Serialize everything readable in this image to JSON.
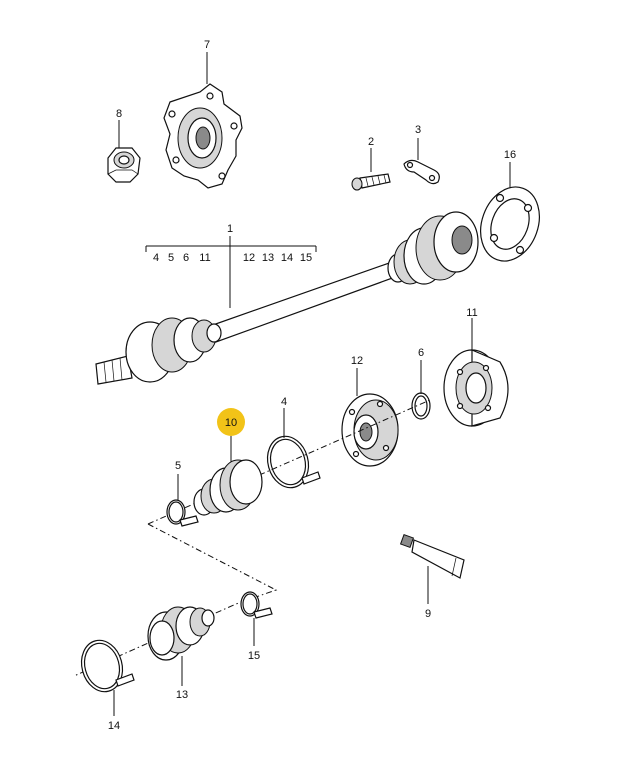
{
  "callouts": {
    "c1": "1",
    "c2": "2",
    "c3": "3",
    "c4": "4",
    "c5": "5",
    "c6": "6",
    "c7": "7",
    "c8": "8",
    "c9": "9",
    "c10": "10",
    "c11": "11",
    "c12": "12",
    "c13": "13",
    "c14": "14",
    "c15": "15",
    "c16": "16"
  },
  "bracket_items": [
    "4",
    "5",
    "6",
    "11",
    "12",
    "13",
    "14",
    "15"
  ],
  "highlight_color": "#F2C318"
}
